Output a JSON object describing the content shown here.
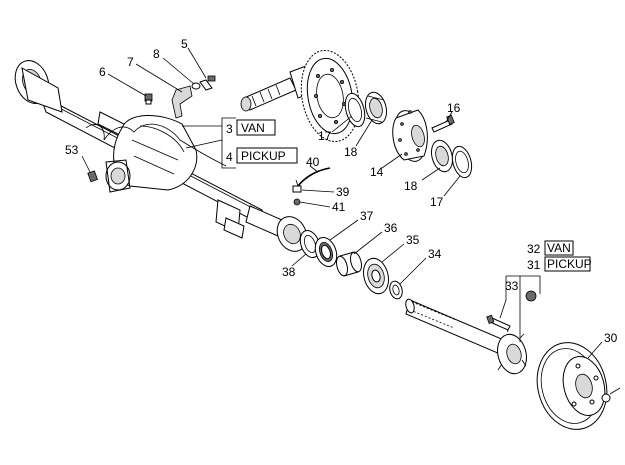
{
  "diagram": {
    "callouts": {
      "p3": "3",
      "p3_box": "VAN",
      "p4": "4",
      "p4_box": "PICKUP",
      "p5": "5",
      "p6": "6",
      "p7": "7",
      "p8": "8",
      "p14": "14",
      "p16": "16",
      "p17a": "17",
      "p17b": "17",
      "p18a": "18",
      "p18b": "18",
      "p30": "30",
      "p31": "31",
      "p31_box": "PICKUP",
      "p32": "32",
      "p32_box": "VAN",
      "p33": "33",
      "p34": "34",
      "p35": "35",
      "p36": "36",
      "p37": "37",
      "p38": "38",
      "p39": "39",
      "p40": "40",
      "p41": "41",
      "p53": "53"
    }
  }
}
